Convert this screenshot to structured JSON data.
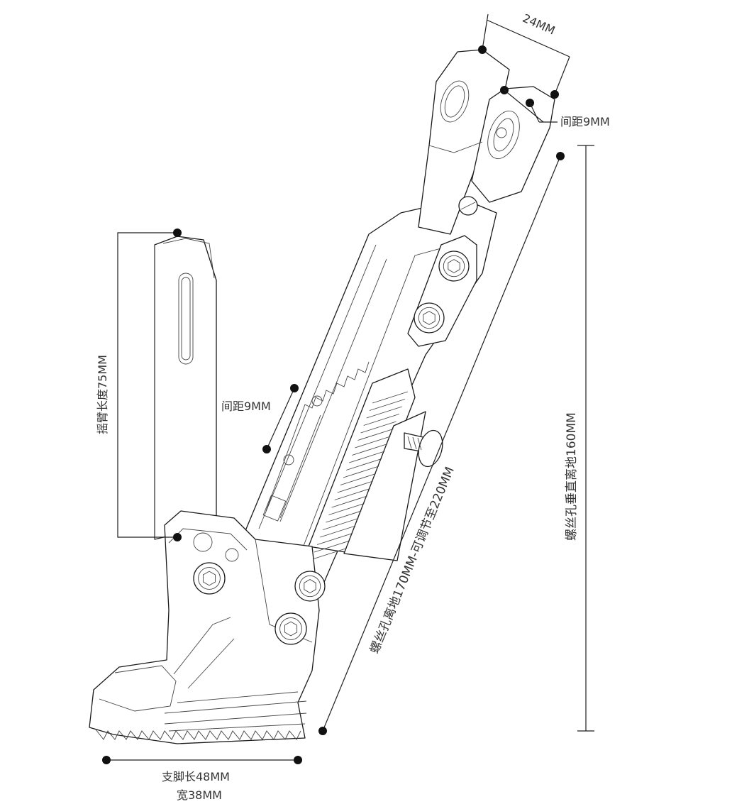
{
  "dimensions": {
    "top_width": "24MM",
    "top_gap": "间距9MM",
    "arm_length": "摇臂长度75MM",
    "mid_gap": "间距9MM",
    "hole_height": "螺丝孔垂直离地160MM",
    "adjustable": "螺丝孔离地170MM-可调节至220MM",
    "foot_length": "支脚长48MM",
    "foot_width": "宽38MM"
  },
  "colors": {
    "line": "#1a1a1a",
    "text": "#333333",
    "background": "#ffffff"
  }
}
